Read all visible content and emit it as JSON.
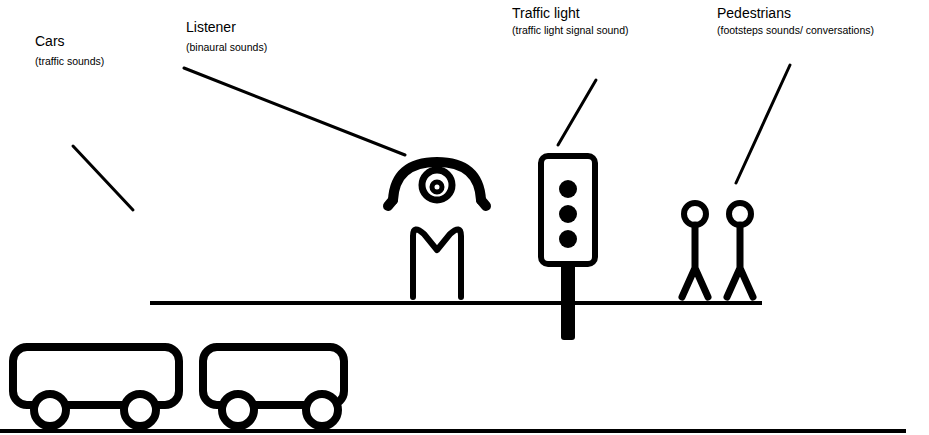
{
  "diagram": {
    "labels": [
      "Cars",
      "(traffic sounds)",
      "Listener",
      "(binaural sounds)",
      "Traffic light",
      "(traffic light signal sound)",
      "Pedestrians",
      "(footsteps sounds/ conversations)"
    ]
  }
}
